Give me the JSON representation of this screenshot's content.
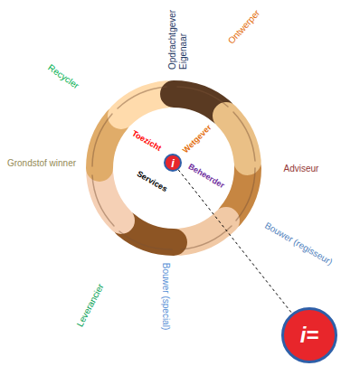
{
  "diagram": {
    "nodes": [
      {
        "text": [
          "i"
        ]
      },
      {
        "text": [
          "i="
        ]
      }
    ],
    "edges": [
      {
        "from": 0,
        "to": 1,
        "arrow": "none"
      }
    ],
    "labels": [
      "Opdrachtgever Eigenaar",
      "Ontwerper",
      "Recycler",
      "Grondstof winner",
      "Adviseur",
      "Bouwer (regisseur)",
      "Bouwer (special)",
      "Leverancier",
      "Toezicht",
      "Wetgever",
      "Beheerder",
      "Services"
    ]
  }
}
